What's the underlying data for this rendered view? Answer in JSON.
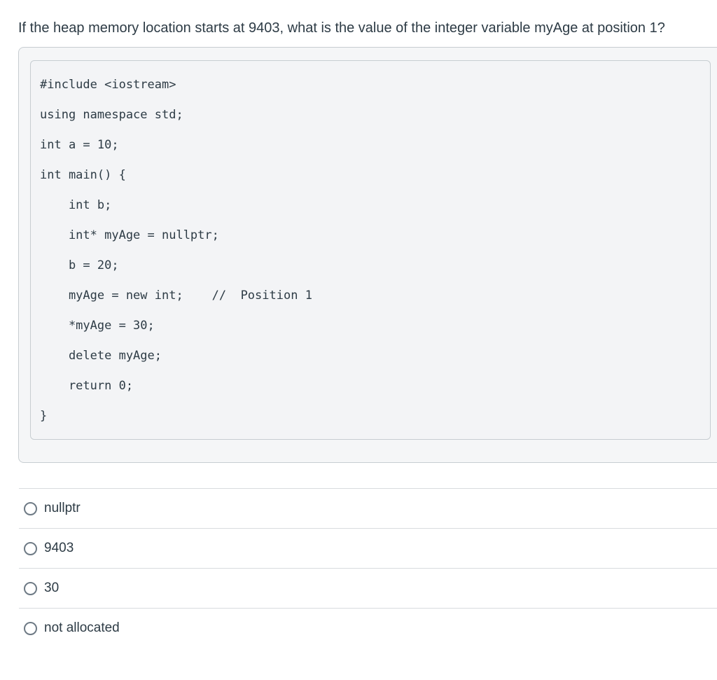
{
  "question": {
    "text": "If the heap memory location starts at 9403, what is the value of the integer variable myAge at position 1?"
  },
  "code_block": {
    "lines": [
      "#include <iostream>",
      "using namespace std;",
      "int a = 10;",
      "int main() {",
      "    int b;",
      "    int* myAge = nullptr;",
      "    b = 20;",
      "    myAge = new int;    //  Position 1",
      "    *myAge = 30;",
      "    delete myAge;",
      "    return 0;",
      "}"
    ]
  },
  "answers": {
    "options": [
      {
        "label": "nullptr",
        "selected": false
      },
      {
        "label": "9403",
        "selected": false
      },
      {
        "label": "30",
        "selected": false
      },
      {
        "label": "not allocated",
        "selected": false
      }
    ]
  },
  "colors": {
    "text": "#2d3b45",
    "box_border": "#c7cdd1",
    "outer_box_bg": "#f5f6f7",
    "inner_box_bg": "#f3f4f6",
    "divider": "#d8dbde",
    "radio_border": "#6e7a85"
  }
}
